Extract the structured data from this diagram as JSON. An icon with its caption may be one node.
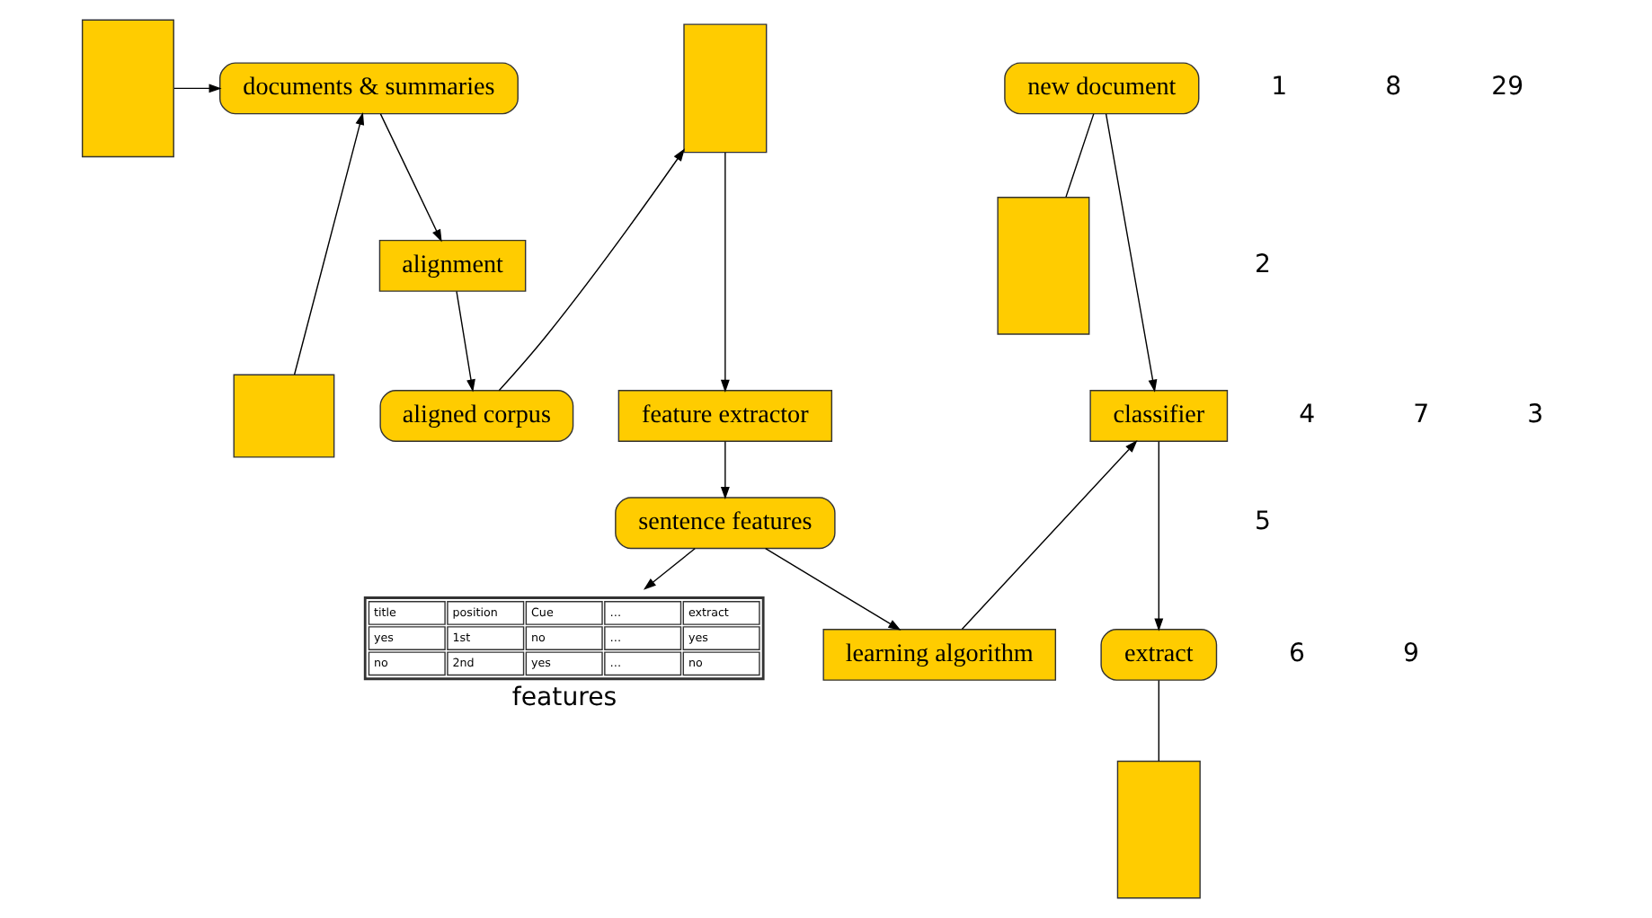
{
  "diagram": {
    "nodes": [
      {
        "text": [],
        "shape": "box"
      },
      {
        "text": [],
        "shape": "box"
      },
      {
        "text": [
          "documents & summaries"
        ]
      },
      {
        "text": [
          "alignment"
        ]
      },
      {
        "text": [
          "aligned corpus"
        ]
      },
      {
        "text": [],
        "shape": "box"
      },
      {
        "text": [
          "feature extractor"
        ]
      },
      {
        "text": [
          "sentence features"
        ]
      },
      {
        "text": [
          "title",
          "position",
          "Cue",
          "…",
          "extract",
          "yes",
          "1st",
          "no",
          "…",
          "yes",
          "no",
          "2nd",
          "yes",
          "…",
          "no"
        ],
        "beside": [
          "features"
        ]
      },
      {
        "text": [
          "learning algorithm"
        ]
      },
      {
        "text": [
          "new document"
        ]
      },
      {
        "text": [],
        "shape": "box"
      },
      {
        "text": [
          "classifier"
        ]
      },
      {
        "text": [
          "extract"
        ]
      },
      {
        "text": [],
        "shape": "box"
      }
    ],
    "edges": [
      {
        "from": 0,
        "to": 2,
        "arrow": "to"
      },
      {
        "from": 1,
        "to": 2,
        "arrow": "to"
      },
      {
        "from": 2,
        "to": 3,
        "arrow": "to"
      },
      {
        "from": 3,
        "to": 4,
        "arrow": "to"
      },
      {
        "from": 4,
        "to": 5,
        "arrow": "to"
      },
      {
        "from": 5,
        "to": 6,
        "arrow": "to"
      },
      {
        "from": 6,
        "to": 7,
        "arrow": "to"
      },
      {
        "from": 7,
        "to": 8,
        "arrow": "to"
      },
      {
        "from": 7,
        "to": 9,
        "arrow": "to"
      },
      {
        "from": 9,
        "to": 12,
        "arrow": "to"
      },
      {
        "from": 10,
        "to": 11,
        "arrow": "none"
      },
      {
        "from": 10,
        "to": 12,
        "arrow": "to"
      },
      {
        "from": 12,
        "to": 13,
        "arrow": "to"
      },
      {
        "from": 13,
        "to": 14,
        "arrow": "none"
      }
    ],
    "labels": [
      "1",
      "8",
      "2",
      "4",
      "7",
      "3",
      "5",
      "6",
      "9",
      "29"
    ]
  }
}
